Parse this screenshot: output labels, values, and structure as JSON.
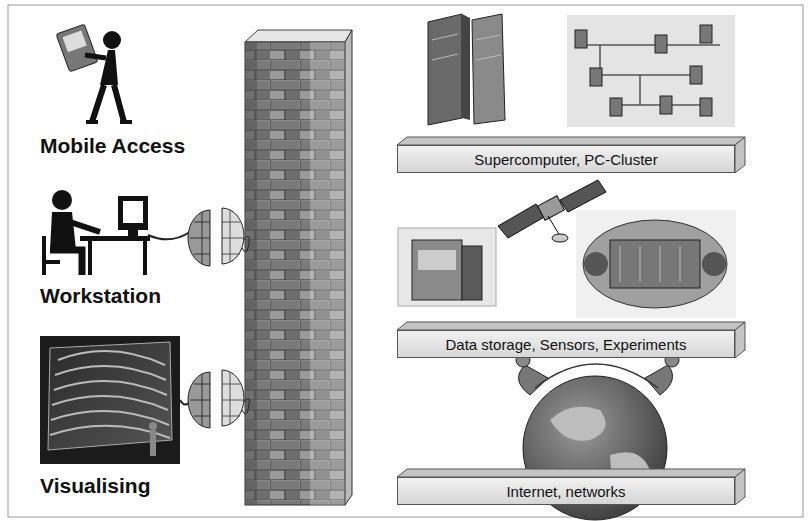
{
  "diagram": {
    "nodes": [
      {
        "text": [
          "Supercomputer, PC-Cluster"
        ]
      },
      {
        "text": [
          "Data storage, Sensors, Experiments"
        ]
      },
      {
        "text": [
          "Internet, networks"
        ]
      }
    ],
    "labels": [
      "Mobile Access",
      "Workstation",
      "Visualising"
    ]
  }
}
